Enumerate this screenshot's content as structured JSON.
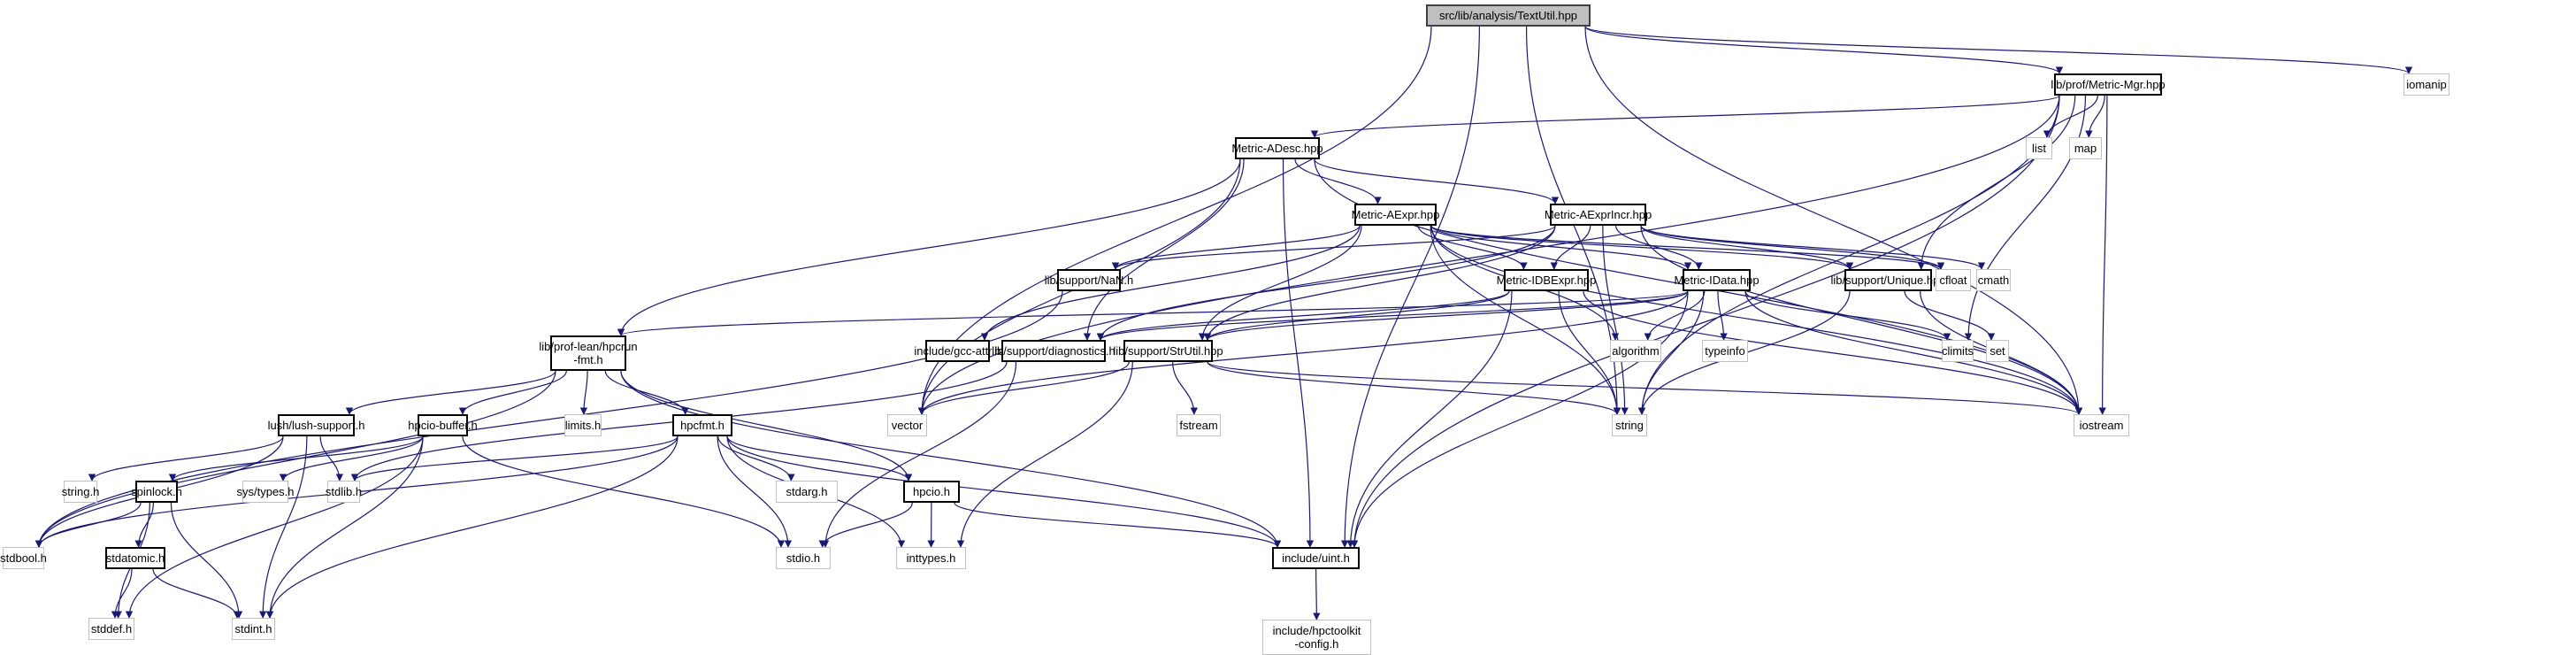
{
  "title": "src/lib/analysis/TextUtil.hpp",
  "edge_color": "#191970",
  "root_fill": "#bfbfbf",
  "nodes": [
    {
      "id": "root",
      "label": "src/lib/analysis/TextUtil.hpp",
      "kind": "root"
    },
    {
      "id": "metricmgr",
      "label": "lib/prof/Metric-Mgr.hpp",
      "kind": "proj"
    },
    {
      "id": "iomanip",
      "label": "iomanip",
      "kind": "sys"
    },
    {
      "id": "list",
      "label": "list",
      "kind": "sys"
    },
    {
      "id": "map",
      "label": "map",
      "kind": "sys"
    },
    {
      "id": "adesc",
      "label": "Metric-ADesc.hpp",
      "kind": "proj"
    },
    {
      "id": "aexpr",
      "label": "Metric-AExpr.hpp",
      "kind": "proj"
    },
    {
      "id": "aexprincr",
      "label": "Metric-AExprIncr.hpp",
      "kind": "proj"
    },
    {
      "id": "nan",
      "label": "lib/support/NaN.h",
      "kind": "proj"
    },
    {
      "id": "idbexpr",
      "label": "Metric-IDBExpr.hpp",
      "kind": "proj"
    },
    {
      "id": "idata",
      "label": "Metric-IData.hpp",
      "kind": "proj"
    },
    {
      "id": "unique",
      "label": "lib/support/Unique.hpp",
      "kind": "proj"
    },
    {
      "id": "cfloat",
      "label": "cfloat",
      "kind": "sys"
    },
    {
      "id": "cmath",
      "label": "cmath",
      "kind": "sys"
    },
    {
      "id": "hpcrunfmt",
      "label": "lib/prof-lean/hpcrun\n-fmt.h",
      "kind": "proj"
    },
    {
      "id": "gccattr",
      "label": "include/gcc-attr.h",
      "kind": "proj"
    },
    {
      "id": "diag",
      "label": "lib/support/diagnostics.h",
      "kind": "proj"
    },
    {
      "id": "strutil",
      "label": "lib/support/StrUtil.hpp",
      "kind": "proj"
    },
    {
      "id": "algorithm",
      "label": "algorithm",
      "kind": "sys"
    },
    {
      "id": "typeinfo",
      "label": "typeinfo",
      "kind": "sys"
    },
    {
      "id": "climits",
      "label": "climits",
      "kind": "sys"
    },
    {
      "id": "set",
      "label": "set",
      "kind": "sys"
    },
    {
      "id": "lush",
      "label": "lush/lush-support.h",
      "kind": "proj"
    },
    {
      "id": "hpciobuf",
      "label": "hpcio-buffer.h",
      "kind": "proj"
    },
    {
      "id": "limits",
      "label": "limits.h",
      "kind": "sys"
    },
    {
      "id": "hpcfmt",
      "label": "hpcfmt.h",
      "kind": "proj"
    },
    {
      "id": "vector",
      "label": "vector",
      "kind": "sys"
    },
    {
      "id": "fstream",
      "label": "fstream",
      "kind": "sys"
    },
    {
      "id": "string",
      "label": "string",
      "kind": "sys"
    },
    {
      "id": "iostream",
      "label": "iostream",
      "kind": "sys"
    },
    {
      "id": "stringh",
      "label": "string.h",
      "kind": "sys"
    },
    {
      "id": "spinlock",
      "label": "spinlock.h",
      "kind": "proj"
    },
    {
      "id": "systypes",
      "label": "sys/types.h",
      "kind": "sys"
    },
    {
      "id": "stdlib",
      "label": "stdlib.h",
      "kind": "sys"
    },
    {
      "id": "stdarg",
      "label": "stdarg.h",
      "kind": "sys"
    },
    {
      "id": "hpcio",
      "label": "hpcio.h",
      "kind": "proj"
    },
    {
      "id": "stdbool",
      "label": "stdbool.h",
      "kind": "sys"
    },
    {
      "id": "stdatomic",
      "label": "stdatomic.h",
      "kind": "proj"
    },
    {
      "id": "stdio",
      "label": "stdio.h",
      "kind": "sys"
    },
    {
      "id": "inttypes",
      "label": "inttypes.h",
      "kind": "sys"
    },
    {
      "id": "uint",
      "label": "include/uint.h",
      "kind": "proj"
    },
    {
      "id": "stddef",
      "label": "stddef.h",
      "kind": "sys"
    },
    {
      "id": "stdint",
      "label": "stdint.h",
      "kind": "sys"
    },
    {
      "id": "hpctkconfig",
      "label": "include/hpctoolkit\n-config.h",
      "kind": "sys"
    }
  ],
  "edges": [
    [
      "root",
      "metricmgr"
    ],
    [
      "root",
      "iomanip"
    ],
    [
      "root",
      "vector"
    ],
    [
      "root",
      "string"
    ],
    [
      "root",
      "iostream"
    ],
    [
      "root",
      "uint"
    ],
    [
      "metricmgr",
      "list"
    ],
    [
      "metricmgr",
      "map"
    ],
    [
      "metricmgr",
      "adesc"
    ],
    [
      "metricmgr",
      "unique"
    ],
    [
      "metricmgr",
      "climits"
    ],
    [
      "metricmgr",
      "vector"
    ],
    [
      "metricmgr",
      "string"
    ],
    [
      "metricmgr",
      "iostream"
    ],
    [
      "metricmgr",
      "uint"
    ],
    [
      "adesc",
      "aexpr"
    ],
    [
      "adesc",
      "aexprincr"
    ],
    [
      "adesc",
      "hpcrunfmt"
    ],
    [
      "adesc",
      "diag"
    ],
    [
      "adesc",
      "vector"
    ],
    [
      "adesc",
      "iostream"
    ],
    [
      "adesc",
      "uint"
    ],
    [
      "aexpr",
      "nan"
    ],
    [
      "aexpr",
      "idbexpr"
    ],
    [
      "aexpr",
      "idata"
    ],
    [
      "aexpr",
      "unique"
    ],
    [
      "aexpr",
      "gccattr"
    ],
    [
      "aexpr",
      "strutil"
    ],
    [
      "aexpr",
      "algorithm"
    ],
    [
      "aexpr",
      "string"
    ],
    [
      "aexpr",
      "iostream"
    ],
    [
      "aexpr",
      "cfloat"
    ],
    [
      "aexprincr",
      "idbexpr"
    ],
    [
      "aexprincr",
      "idata"
    ],
    [
      "aexprincr",
      "unique"
    ],
    [
      "aexprincr",
      "cfloat"
    ],
    [
      "aexprincr",
      "cmath"
    ],
    [
      "aexprincr",
      "nan"
    ],
    [
      "aexprincr",
      "diag"
    ],
    [
      "aexprincr",
      "strutil"
    ],
    [
      "aexprincr",
      "string"
    ],
    [
      "aexprincr",
      "iostream"
    ],
    [
      "nan",
      "stdbool"
    ],
    [
      "idbexpr",
      "diag"
    ],
    [
      "idbexpr",
      "strutil"
    ],
    [
      "idbexpr",
      "string"
    ],
    [
      "idbexpr",
      "iostream"
    ],
    [
      "idbexpr",
      "uint"
    ],
    [
      "idata",
      "hpcrunfmt"
    ],
    [
      "idata",
      "diag"
    ],
    [
      "idata",
      "strutil"
    ],
    [
      "idata",
      "algorithm"
    ],
    [
      "idata",
      "typeinfo"
    ],
    [
      "idata",
      "climits"
    ],
    [
      "idata",
      "string"
    ],
    [
      "idata",
      "iostream"
    ],
    [
      "idata",
      "uint"
    ],
    [
      "idata",
      "vector"
    ],
    [
      "unique",
      "set"
    ],
    [
      "unique",
      "string"
    ],
    [
      "unique",
      "iostream"
    ],
    [
      "hpcrunfmt",
      "lush"
    ],
    [
      "hpcrunfmt",
      "hpciobuf"
    ],
    [
      "hpcrunfmt",
      "limits"
    ],
    [
      "hpcrunfmt",
      "hpcfmt"
    ],
    [
      "hpcrunfmt",
      "hpcio"
    ],
    [
      "hpcrunfmt",
      "stdbool"
    ],
    [
      "hpcrunfmt",
      "uint"
    ],
    [
      "diag",
      "stdlib"
    ],
    [
      "diag",
      "stdio"
    ],
    [
      "strutil",
      "vector"
    ],
    [
      "strutil",
      "fstream"
    ],
    [
      "strutil",
      "string"
    ],
    [
      "strutil",
      "iostream"
    ],
    [
      "strutil",
      "inttypes"
    ],
    [
      "lush",
      "stringh"
    ],
    [
      "lush",
      "stdlib"
    ],
    [
      "lush",
      "stdint"
    ],
    [
      "lush",
      "stdbool"
    ],
    [
      "hpciobuf",
      "spinlock"
    ],
    [
      "hpciobuf",
      "systypes"
    ],
    [
      "hpciobuf",
      "stdio"
    ],
    [
      "hpciobuf",
      "stdint"
    ],
    [
      "hpciobuf",
      "stddef"
    ],
    [
      "hpcfmt",
      "stdlib"
    ],
    [
      "hpcfmt",
      "stdarg"
    ],
    [
      "hpcfmt",
      "hpcio"
    ],
    [
      "hpcfmt",
      "stdio"
    ],
    [
      "hpcfmt",
      "inttypes"
    ],
    [
      "hpcfmt",
      "stdbool"
    ],
    [
      "hpcfmt",
      "stdint"
    ],
    [
      "hpcfmt",
      "uint"
    ],
    [
      "hpcio",
      "stdio"
    ],
    [
      "hpcio",
      "inttypes"
    ],
    [
      "hpcio",
      "uint"
    ],
    [
      "spinlock",
      "stdatomic"
    ],
    [
      "spinlock",
      "stdbool"
    ],
    [
      "spinlock",
      "stdint"
    ],
    [
      "spinlock",
      "stddef"
    ],
    [
      "stdatomic",
      "stddef"
    ],
    [
      "stdatomic",
      "stdint"
    ],
    [
      "uint",
      "hpctkconfig"
    ]
  ]
}
